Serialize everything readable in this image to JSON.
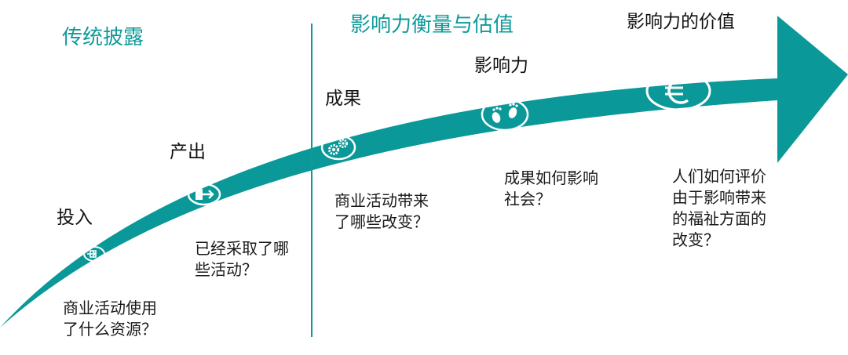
{
  "colors": {
    "accent": "#0f9a9a",
    "arrow": "#0b9898",
    "icon_fill": "#ffffff",
    "text": "#1a1a1a"
  },
  "sections": {
    "traditional": "传统披露",
    "measurement": "影响力衡量与估值"
  },
  "stages": [
    {
      "label": "投入",
      "question": "商业活动使用\n了什么资源？",
      "icon": "login-arrow-icon"
    },
    {
      "label": "产出",
      "question": "已经采取了哪\n些活动？",
      "icon": "exit-arrow-icon"
    },
    {
      "label": "成果",
      "question": "商业活动带来\n了哪些改变？",
      "icon": "gears-icon"
    },
    {
      "label": "影响力",
      "question": "成果如何影响\n社会？",
      "icon": "footprints-icon"
    },
    {
      "label": "影响力的价值",
      "question": "人们如何评价\n由于影响带来\n的福祉方面的\n改变？",
      "icon": "euro-icon"
    }
  ]
}
